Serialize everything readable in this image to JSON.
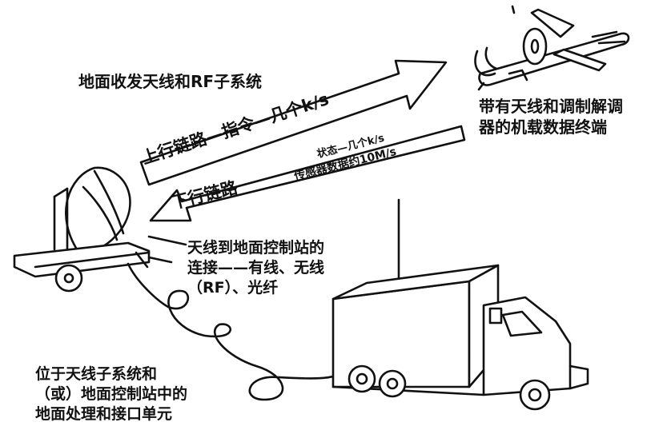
{
  "labels": {
    "ground_antenna": "地面收发天线和RF子系统",
    "airborne_terminal": "带有天线和调制解调\n器的机载数据终端",
    "uplink": "上行链路—指令—几个k/s",
    "downlink": "下行链路",
    "downlink_status": "状态—几个k/s",
    "downlink_sensor": "传感器数据约10M/s",
    "connection": "天线到地面控制站的\n连接——有线、无线\n（RF）、光纤",
    "processing_unit": "位于天线子系统和\n（或）地面控制站中的\n地面处理和接口单元"
  },
  "colors": {
    "ink": "#111111",
    "background": "#ffffff"
  }
}
